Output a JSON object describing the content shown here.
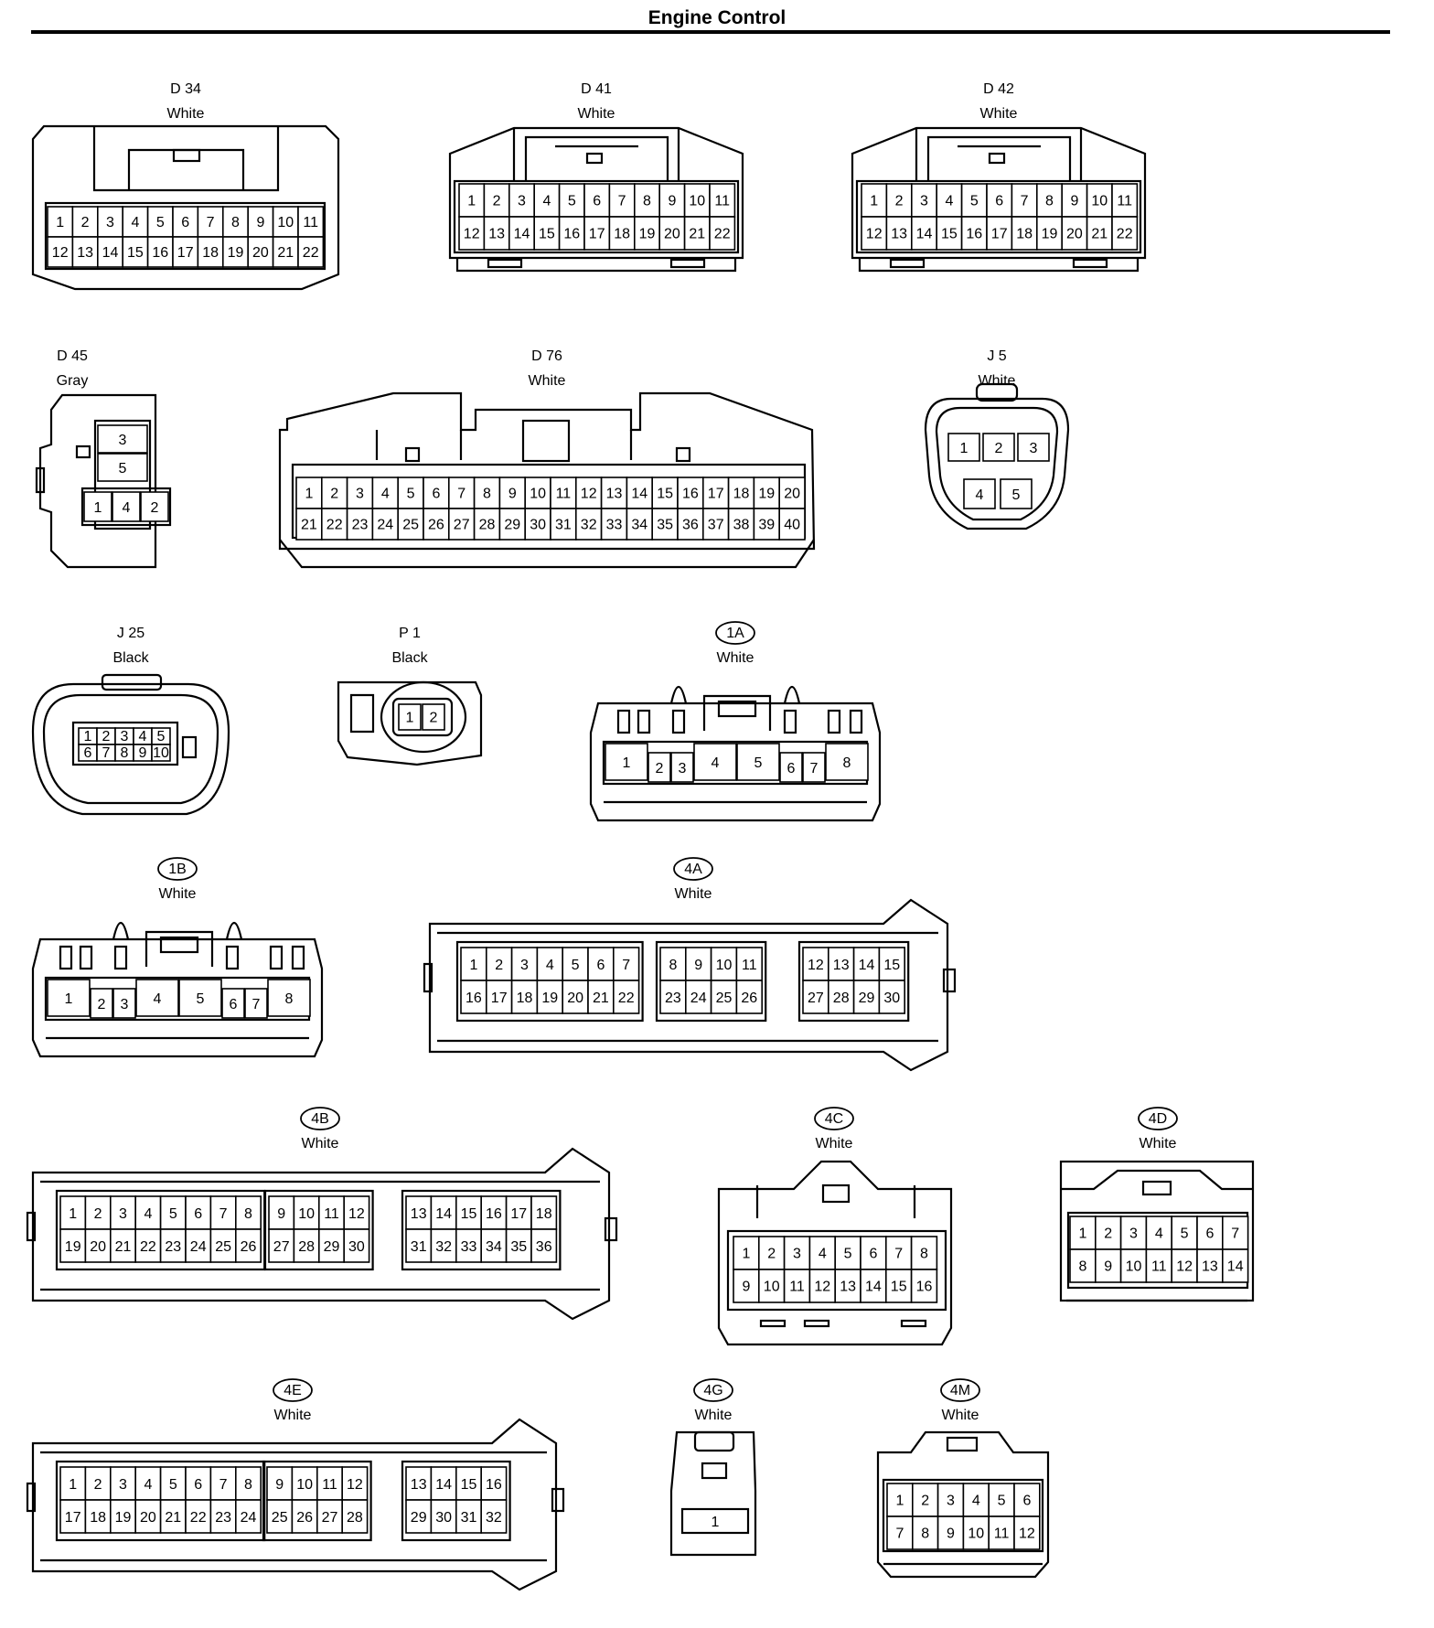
{
  "page": {
    "title": "Engine Control"
  },
  "connectors": [
    {
      "id": "D 34",
      "color": "White",
      "oval": false,
      "rows": [
        [
          1,
          2,
          3,
          4,
          5,
          6,
          7,
          8,
          9,
          10,
          11
        ],
        [
          12,
          13,
          14,
          15,
          16,
          17,
          18,
          19,
          20,
          21,
          22
        ]
      ]
    },
    {
      "id": "D 41",
      "color": "White",
      "oval": false,
      "rows": [
        [
          1,
          2,
          3,
          4,
          5,
          6,
          7,
          8,
          9,
          10,
          11
        ],
        [
          12,
          13,
          14,
          15,
          16,
          17,
          18,
          19,
          20,
          21,
          22
        ]
      ]
    },
    {
      "id": "D 42",
      "color": "White",
      "oval": false,
      "rows": [
        [
          1,
          2,
          3,
          4,
          5,
          6,
          7,
          8,
          9,
          10,
          11
        ],
        [
          12,
          13,
          14,
          15,
          16,
          17,
          18,
          19,
          20,
          21,
          22
        ]
      ]
    },
    {
      "id": "D 45",
      "color": "Gray",
      "oval": false,
      "rows": [
        [
          3
        ],
        [
          5
        ],
        [
          1,
          4,
          2
        ]
      ]
    },
    {
      "id": "D 76",
      "color": "White",
      "oval": false,
      "rows": [
        [
          1,
          2,
          3,
          4,
          5,
          6,
          7,
          8,
          9,
          10,
          11,
          12,
          13,
          14,
          15,
          16,
          17,
          18,
          19,
          20
        ],
        [
          21,
          22,
          23,
          24,
          25,
          26,
          27,
          28,
          29,
          30,
          31,
          32,
          33,
          34,
          35,
          36,
          37,
          38,
          39,
          40
        ]
      ]
    },
    {
      "id": "J 5",
      "color": "White",
      "oval": false,
      "rows": [
        [
          1,
          2,
          3
        ],
        [
          4,
          5
        ]
      ]
    },
    {
      "id": "J 25",
      "color": "Black",
      "oval": false,
      "rows": [
        [
          1,
          2,
          3,
          4,
          5
        ],
        [
          6,
          7,
          8,
          9,
          10
        ]
      ]
    },
    {
      "id": "P 1",
      "color": "Black",
      "oval": false,
      "rows": [
        [
          1,
          2
        ]
      ]
    },
    {
      "id": "1A",
      "color": "White",
      "oval": true,
      "rows": [
        [
          1,
          2,
          3,
          4,
          5,
          6,
          7,
          8
        ]
      ]
    },
    {
      "id": "1B",
      "color": "White",
      "oval": true,
      "rows": [
        [
          1,
          2,
          3,
          4,
          5,
          6,
          7,
          8
        ]
      ]
    },
    {
      "id": "4A",
      "color": "White",
      "oval": true,
      "groups": [
        {
          "rows": [
            [
              1,
              2,
              3,
              4,
              5,
              6,
              7
            ],
            [
              16,
              17,
              18,
              19,
              20,
              21,
              22
            ]
          ]
        },
        {
          "rows": [
            [
              8,
              9,
              10,
              11
            ],
            [
              23,
              24,
              25,
              26
            ]
          ]
        },
        {
          "rows": [
            [
              12,
              13,
              14,
              15
            ],
            [
              27,
              28,
              29,
              30
            ]
          ]
        }
      ]
    },
    {
      "id": "4B",
      "color": "White",
      "oval": true,
      "groups": [
        {
          "rows": [
            [
              1,
              2,
              3,
              4,
              5,
              6,
              7,
              8
            ],
            [
              19,
              20,
              21,
              22,
              23,
              24,
              25,
              26
            ]
          ]
        },
        {
          "rows": [
            [
              9,
              10,
              11,
              12
            ],
            [
              27,
              28,
              29,
              30
            ]
          ]
        },
        {
          "rows": [
            [
              13,
              14,
              15,
              16,
              17,
              18
            ],
            [
              31,
              32,
              33,
              34,
              35,
              36
            ]
          ]
        }
      ]
    },
    {
      "id": "4C",
      "color": "White",
      "oval": true,
      "rows": [
        [
          1,
          2,
          3,
          4,
          5,
          6,
          7,
          8
        ],
        [
          9,
          10,
          11,
          12,
          13,
          14,
          15,
          16
        ]
      ]
    },
    {
      "id": "4D",
      "color": "White",
      "oval": true,
      "rows": [
        [
          1,
          2,
          3,
          4,
          5,
          6,
          7
        ],
        [
          8,
          9,
          10,
          11,
          12,
          13,
          14
        ]
      ]
    },
    {
      "id": "4E",
      "color": "White",
      "oval": true,
      "groups": [
        {
          "rows": [
            [
              1,
              2,
              3,
              4,
              5,
              6,
              7,
              8
            ],
            [
              17,
              18,
              19,
              20,
              21,
              22,
              23,
              24
            ]
          ]
        },
        {
          "rows": [
            [
              9,
              10,
              11,
              12
            ],
            [
              25,
              26,
              27,
              28
            ]
          ]
        },
        {
          "rows": [
            [
              13,
              14,
              15,
              16
            ],
            [
              29,
              30,
              31,
              32
            ]
          ]
        }
      ]
    },
    {
      "id": "4G",
      "color": "White",
      "oval": true,
      "rows": [
        [
          1
        ]
      ]
    },
    {
      "id": "4M",
      "color": "White",
      "oval": true,
      "rows": [
        [
          1,
          2,
          3,
          4,
          5,
          6
        ],
        [
          7,
          8,
          9,
          10,
          11,
          12
        ]
      ]
    }
  ]
}
